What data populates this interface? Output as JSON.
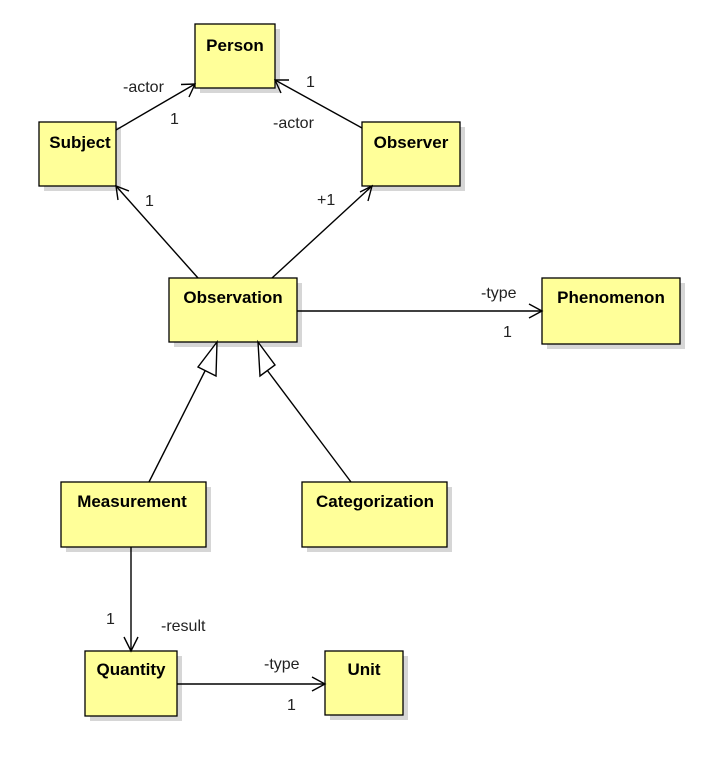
{
  "classes": {
    "person": "Person",
    "subject": "Subject",
    "observer": "Observer",
    "observation": "Observation",
    "phenomenon": "Phenomenon",
    "measurement": "Measurement",
    "categorization": "Categorization",
    "quantity": "Quantity",
    "unit": "Unit"
  },
  "associations": {
    "subject_person": {
      "role": "-actor",
      "multiplicity": "1"
    },
    "observer_person": {
      "role": "-actor",
      "multiplicity": "1"
    },
    "observation_subject": {
      "multiplicity": "1"
    },
    "observation_observer": {
      "multiplicity": "+1"
    },
    "observation_phenomenon": {
      "role": "-type",
      "multiplicity": "1"
    },
    "measurement_quantity": {
      "role": "-result",
      "multiplicity": "1"
    },
    "quantity_unit": {
      "role": "-type",
      "multiplicity": "1"
    }
  },
  "colors": {
    "class_fill": "#ffff99",
    "shadow": "#d6d6d6",
    "line": "#000000"
  }
}
